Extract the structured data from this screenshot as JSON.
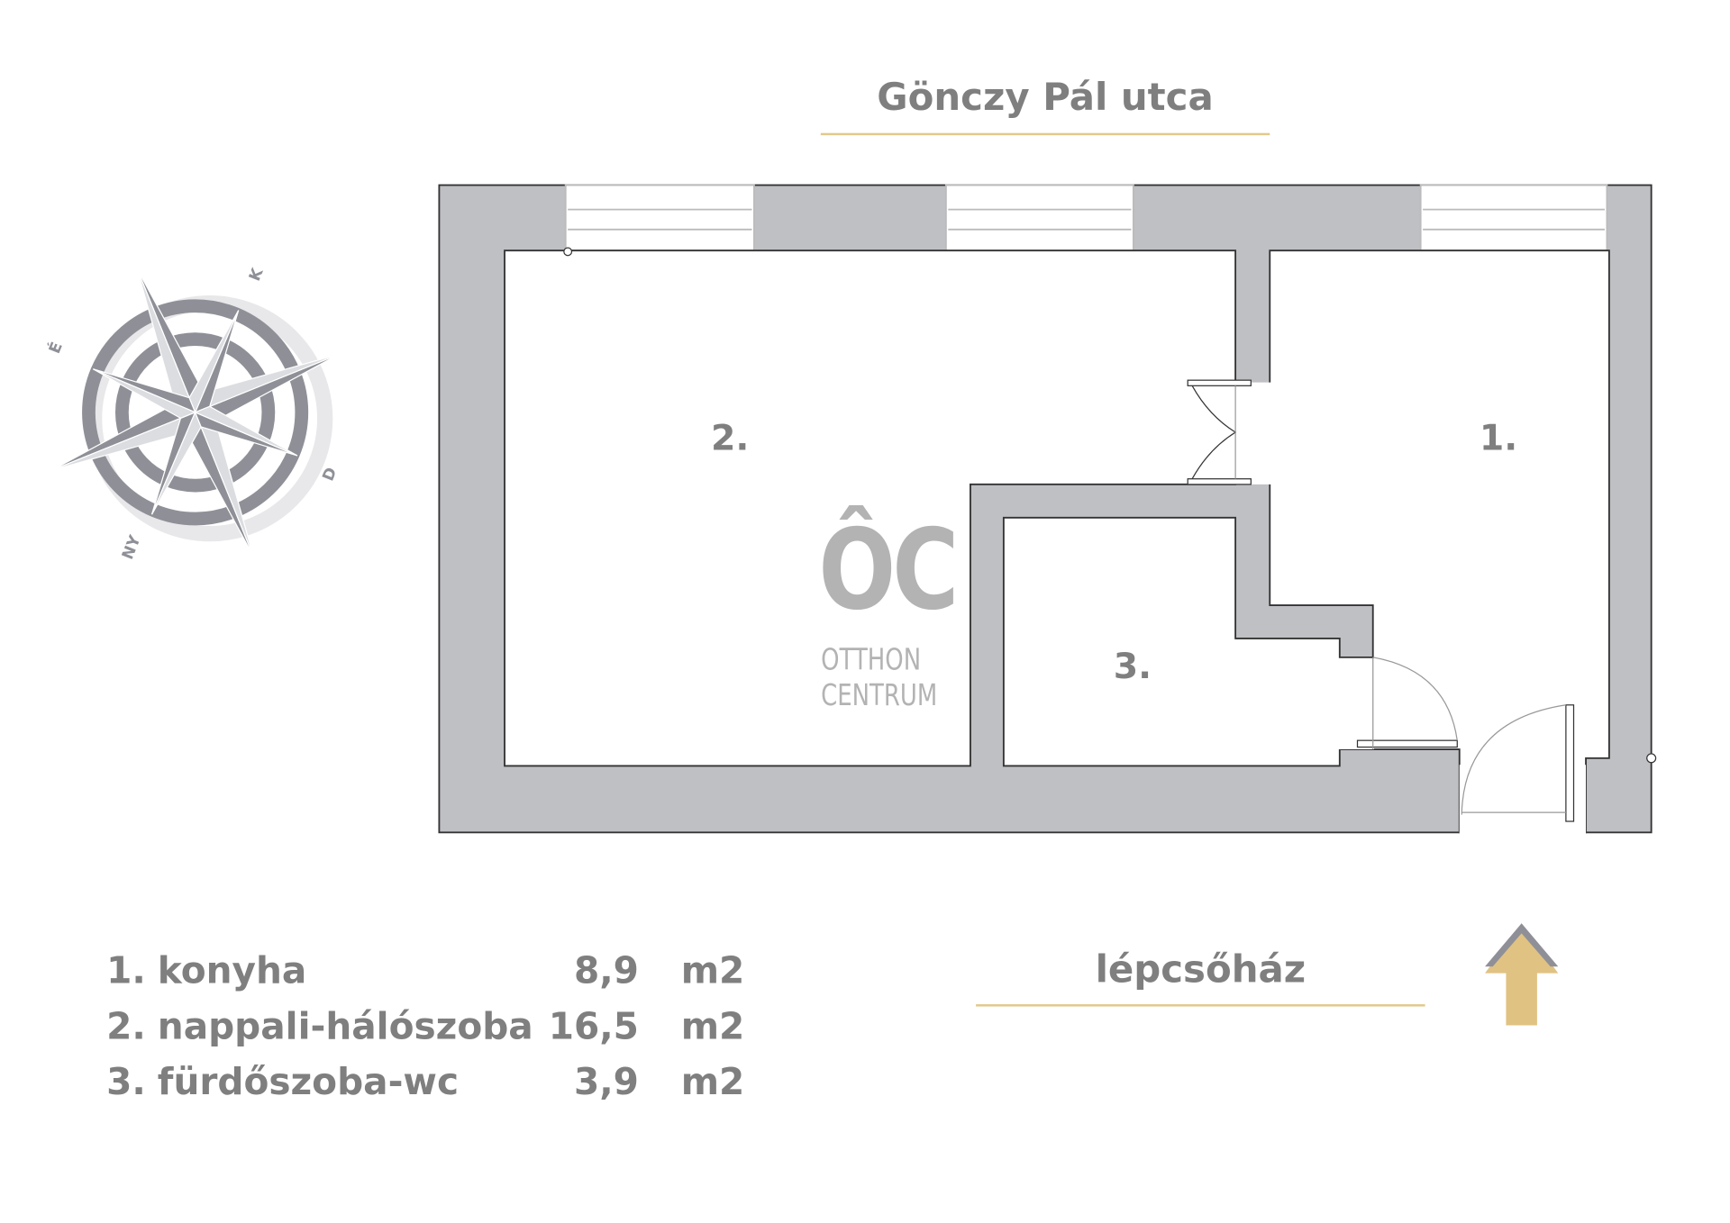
{
  "street": "Gönczy Pál utca",
  "stairwell": "lépcsőház",
  "rooms": [
    {
      "label": "1.",
      "name": "konyha",
      "area": "8,9",
      "unit": "m2"
    },
    {
      "label": "2.",
      "name": "nappali-hálószoba",
      "area": "16,5",
      "unit": "m2"
    },
    {
      "label": "3.",
      "name": "fürdőszoba-wc",
      "area": "3,9",
      "unit": "m2"
    }
  ],
  "compass": {
    "north": "É",
    "east": "K",
    "south": "D",
    "west": "NY"
  },
  "logo": {
    "mark": "ÔC",
    "line1": "OTTHON",
    "line2": "CENTRUM"
  },
  "colors": {
    "wall": "#bfc0c4",
    "accent": "#e2c98a",
    "text": "#7f7f7f"
  }
}
